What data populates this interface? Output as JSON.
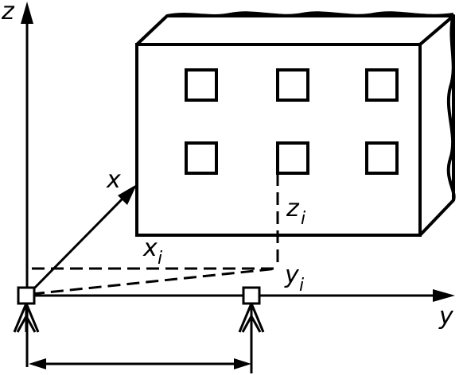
{
  "labels": {
    "z_axis": "z",
    "y_axis": "y",
    "x_axis": "x",
    "xi_base": "x",
    "xi_sub": "i",
    "yi_base": "y",
    "yi_sub": "i",
    "zi_base": "z",
    "zi_sub": "i"
  },
  "building": {
    "window_rows": 2,
    "window_cols": 3
  },
  "colors": {
    "ink": "#000000",
    "background": "#ffffff"
  }
}
